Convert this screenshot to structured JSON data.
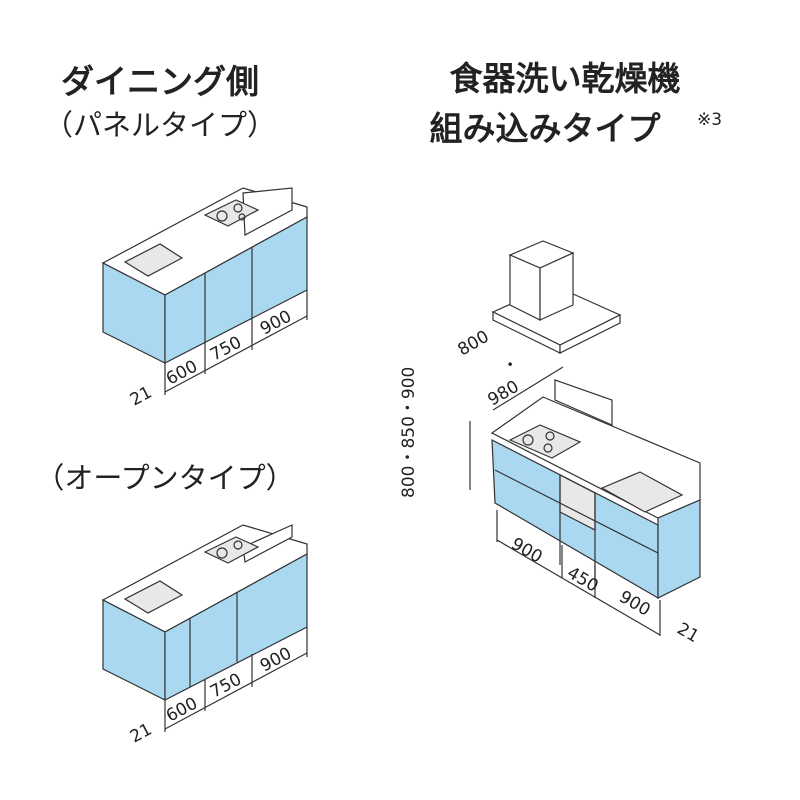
{
  "dining": {
    "title": "ダイニング側",
    "panel_label": "（パネルタイプ）",
    "open_label": "（オープンタイプ）",
    "dims": [
      "21",
      "600",
      "750",
      "900"
    ]
  },
  "dishwasher": {
    "title_line1": "食器洗い乾燥機",
    "title_line2": "組み込みタイプ",
    "note": "※3",
    "width_dims": [
      "900",
      "450",
      "900"
    ],
    "side_dim": "21",
    "height_dim": "800・850・900",
    "hood_dim_1": "800",
    "hood_dim_dot": "・",
    "hood_dim_2": "980"
  },
  "colors": {
    "panel": "#a9d8f0",
    "line": "#333333"
  }
}
